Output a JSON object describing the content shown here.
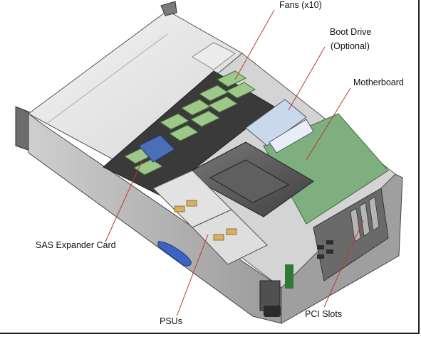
{
  "callouts": {
    "fans": "Fans (x10)",
    "boot_drive_line1": "Boot Drive",
    "boot_drive_line2": "(Optional)",
    "motherboard": "Motherboard",
    "sas_expander": "SAS Expander Card",
    "psus": "PSUs",
    "pci_slots": "PCI Slots"
  },
  "colors": {
    "chassis_light": "#e6e6e6",
    "chassis_mid": "#c9c9c9",
    "chassis_dark": "#8e8e8e",
    "board_green": "#7fae7f",
    "fan_green": "#9cc98a",
    "callout_line": "#c0392b",
    "label_text": "#111111"
  }
}
